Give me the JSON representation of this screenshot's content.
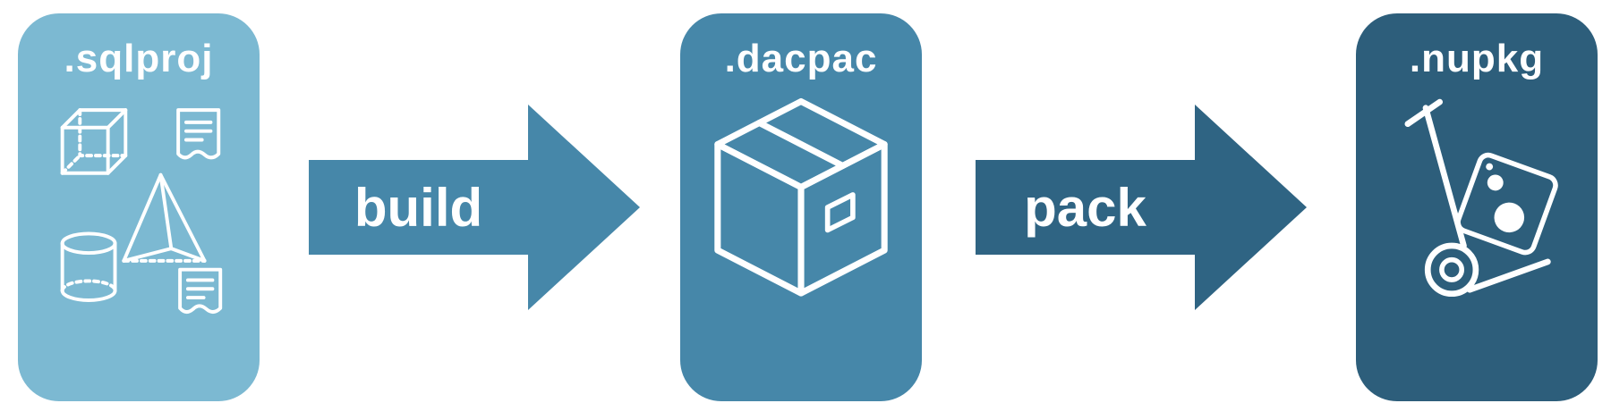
{
  "diagram": {
    "stages": [
      {
        "label": ".sqlproj",
        "color": "#7cb9d2",
        "icon": "sql-objects-icon"
      },
      {
        "label": ".dacpac",
        "color": "#4687a9",
        "icon": "package-box-icon"
      },
      {
        "label": ".nupkg",
        "color": "#2d5e7b",
        "icon": "nuget-handtruck-icon"
      }
    ],
    "arrows": [
      {
        "label": "build",
        "color": "#4687a9"
      },
      {
        "label": "pack",
        "color": "#2f6483"
      }
    ]
  },
  "colors": {
    "background": "#ffffff",
    "text": "#ffffff"
  }
}
